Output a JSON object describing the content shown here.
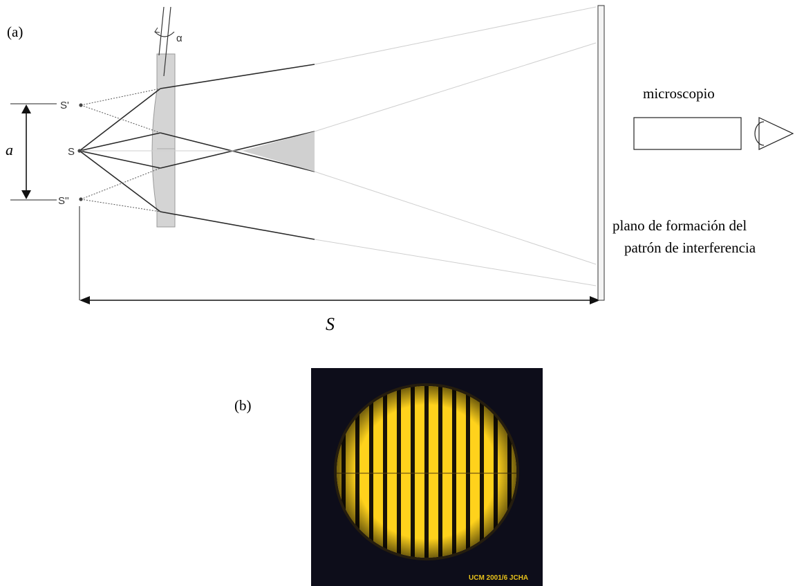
{
  "panel_a": {
    "label": "(a)",
    "angle_label": "α",
    "source_s_prime": "S'",
    "source_s": "S",
    "source_s_double_prime": "S''",
    "separation_label": "a",
    "distance_label": "S",
    "microscope_label": "microscopio",
    "plane_label_line1": "plano de formación del",
    "plane_label_line2": "patrón de interferencia"
  },
  "panel_b": {
    "label": "(b)",
    "watermark": "UCM 2001/6 JCHA"
  }
}
